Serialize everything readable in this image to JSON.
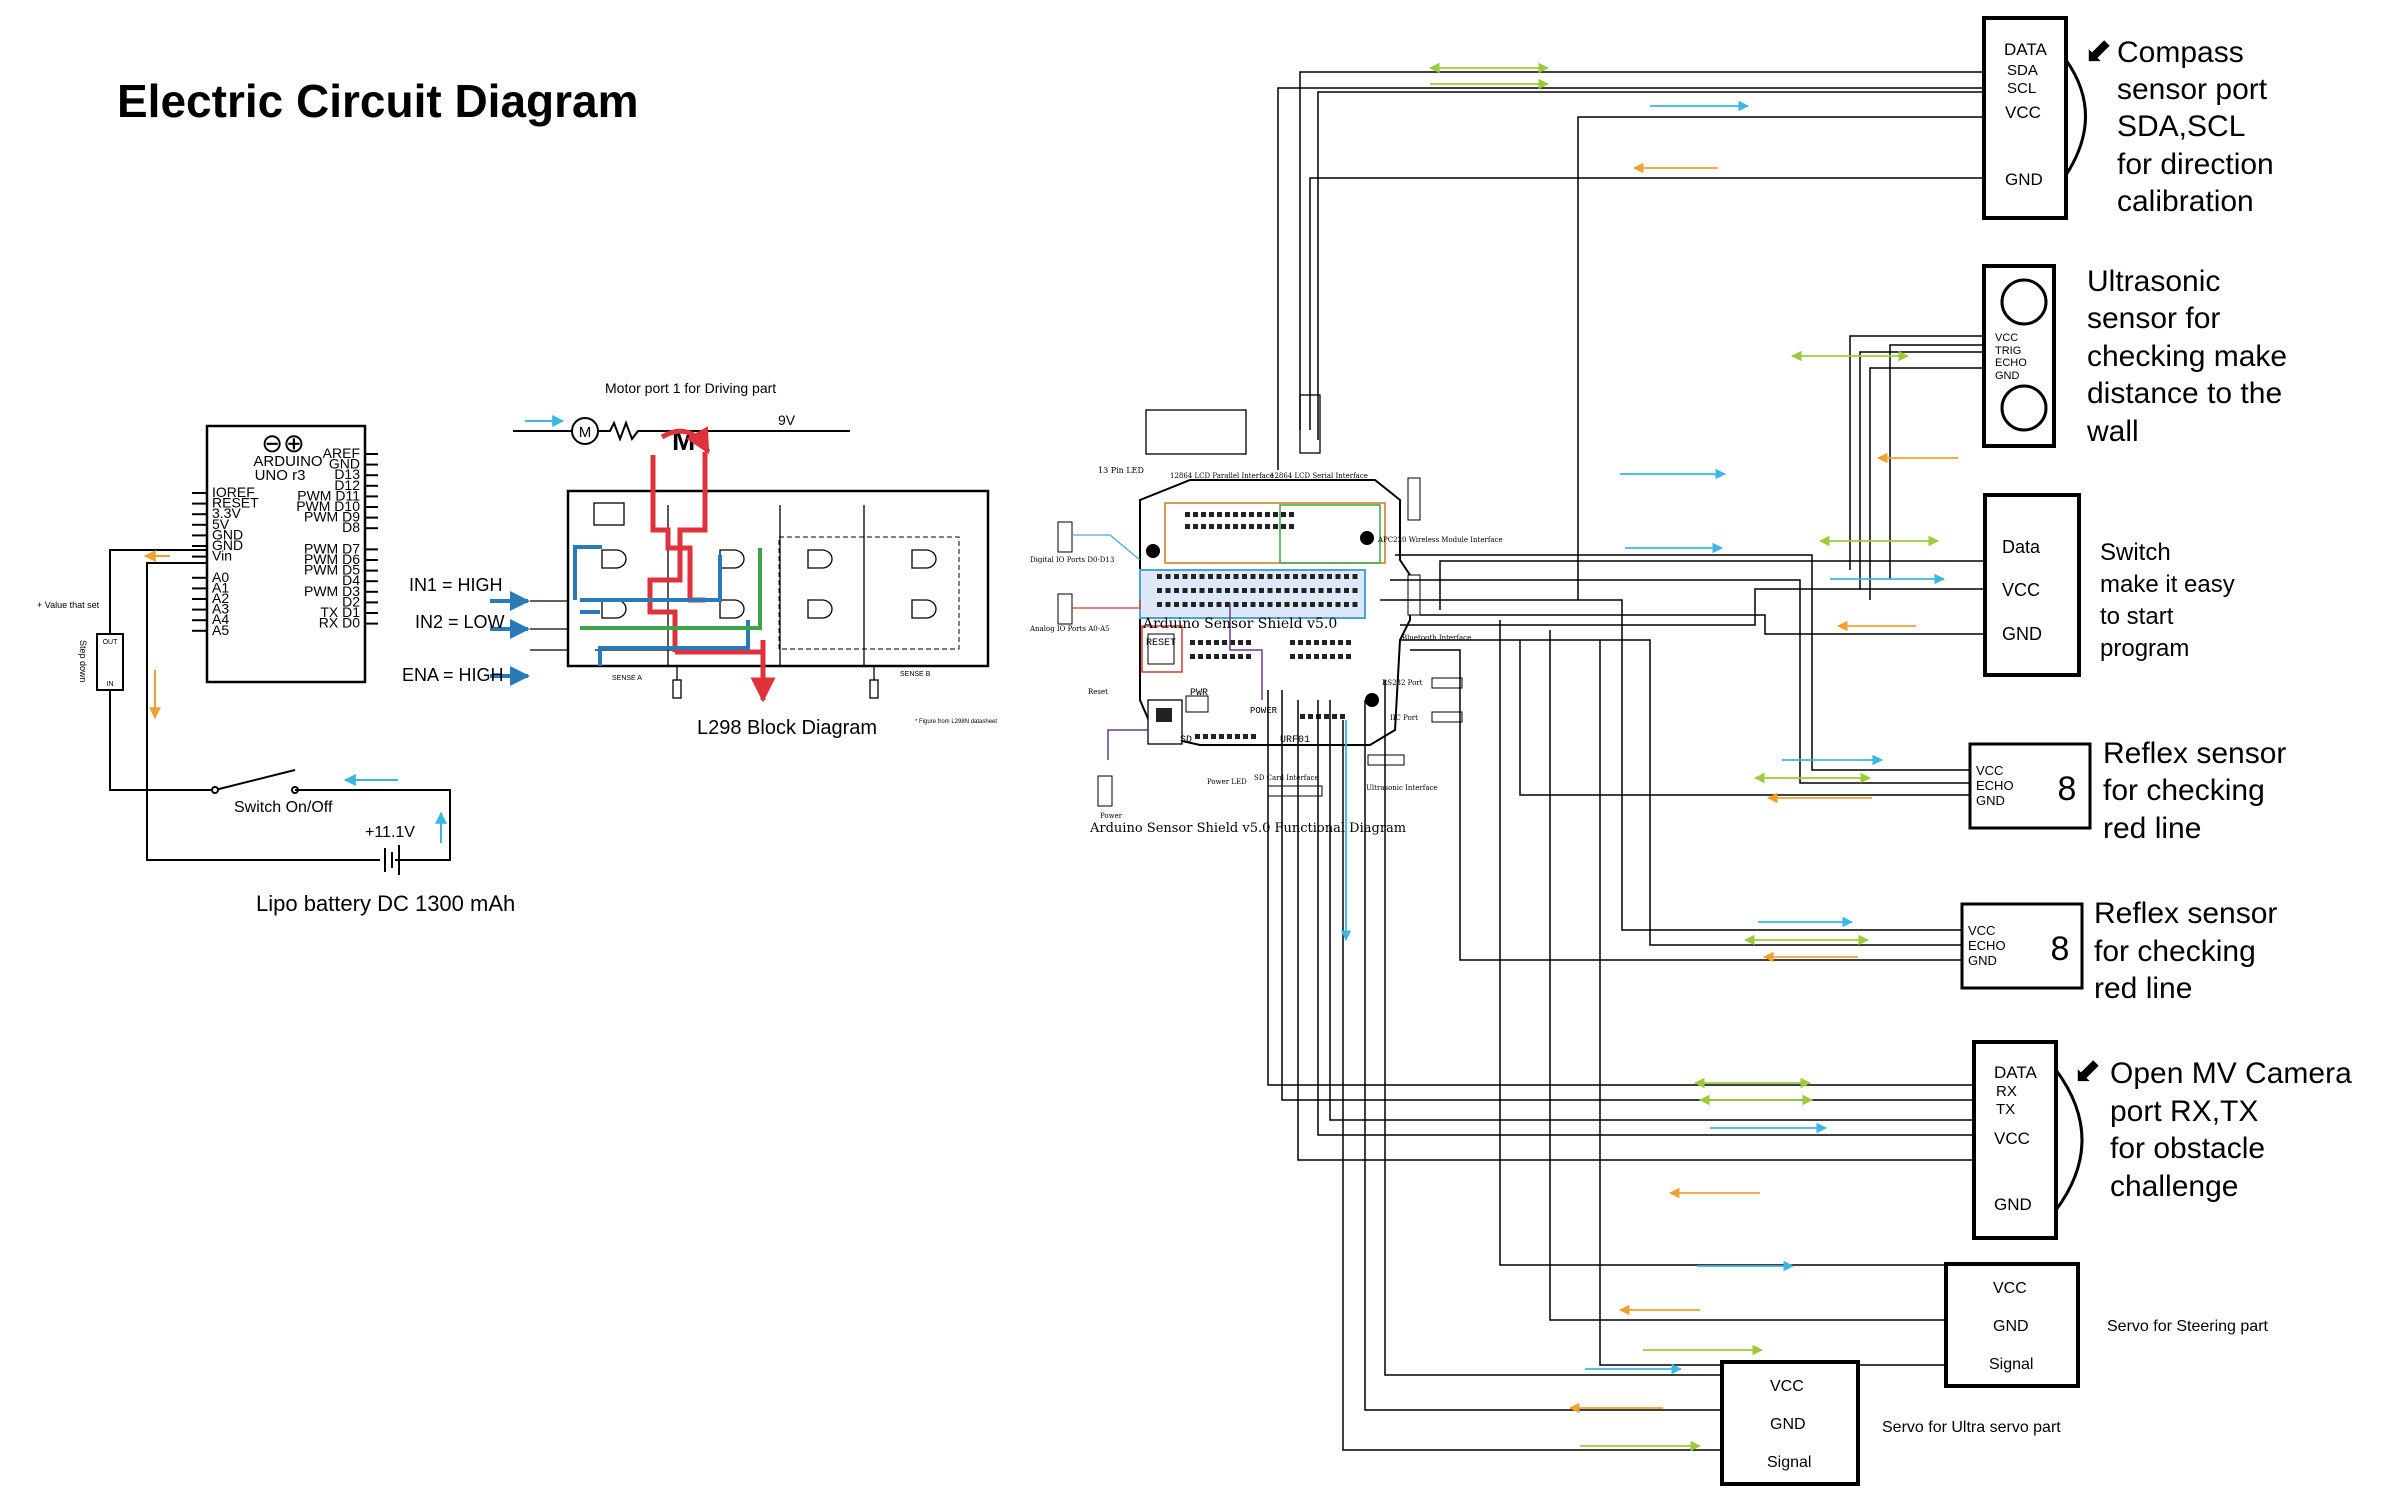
{
  "title": "Electric Circuit Diagram",
  "arduino_uno": {
    "logo": "⊖⊕",
    "name_line1": "ARDUINO",
    "name_line2": "UNO r3",
    "left_pins": [
      "IOREF",
      "RESET",
      "3.3V",
      "5V",
      "GND",
      "GND",
      "Vin",
      "",
      "A0",
      "A1",
      "A2",
      "A3",
      "A4",
      "A5"
    ],
    "right_pins": [
      "AREF",
      "GND",
      "D13",
      "D12",
      "PWM D11",
      "PWM D10",
      "PWM D9",
      "D8",
      "",
      "PWM D7",
      "PWM D6",
      "PWM D5",
      "D4",
      "PWM D3",
      "D2",
      "TX D1",
      "RX D0"
    ]
  },
  "power": {
    "value_label": "+ Value that set",
    "step_down_label": "Step down",
    "switch_label": "Switch On/Off",
    "voltage_label": "+11.1V",
    "battery_label": "Lipo battery DC 1300 mAh"
  },
  "l298": {
    "motor_label": "Motor port 1 for Driving part",
    "motor_symbol": "M",
    "voltage": "9V",
    "inputs": [
      "IN1 = HIGH",
      "IN2 = LOW",
      "ENA = HIGH"
    ],
    "caption": "L298    Block Diagram",
    "footnote": "* Figure from L298N datasheet"
  },
  "shield": {
    "caption": "Arduino Sensor Shield v5.0 Functional Diagram",
    "board_label": "Arduino Sensor Shield v5.0",
    "labels": [
      "13 Pin LED",
      "12864 LCD Parallel Interface",
      "12864 LCD Serial Interface",
      "APC220 Wireless Module Interface",
      "Digital IO Ports D0-D13",
      "Analog IO Ports A0-A5",
      "Bluetooth Interface",
      "RS232 Port",
      "IIC Port",
      "Reset",
      "Power LED",
      "SD Card Interface",
      "Ultrasonic Interface",
      "Power",
      "RESET",
      "PWR",
      "SD",
      "URF01",
      "POWER"
    ]
  },
  "modules": {
    "compass": {
      "pins": [
        "DATA",
        "SDA",
        "SCL",
        "VCC",
        "GND"
      ],
      "description": [
        "Compass",
        "sensor port",
        "SDA,SCL",
        "for direction",
        "calibration"
      ]
    },
    "ultrasonic": {
      "pins": [
        "VCC",
        "TRIG",
        "ECHO",
        "GND"
      ],
      "description": [
        "Ultrasonic",
        "sensor for",
        "checking make",
        "distance to the",
        "wall"
      ]
    },
    "switch": {
      "pins": [
        "Data",
        "VCC",
        "GND"
      ],
      "description": [
        "Switch",
        "make it easy",
        "to start",
        "program"
      ]
    },
    "reflex1": {
      "pins": [
        "VCC",
        "ECHO",
        "GND"
      ],
      "description": [
        "Reflex sensor",
        "for checking",
        "red line"
      ]
    },
    "reflex2": {
      "pins": [
        "VCC",
        "ECHO",
        "GND"
      ],
      "description": [
        "Reflex sensor",
        "for checking",
        "red line"
      ]
    },
    "camera": {
      "pins": [
        "DATA",
        "RX",
        "TX",
        "VCC",
        "GND"
      ],
      "description": [
        "Open MV Camera",
        "port RX,TX",
        "for obstacle",
        "challenge"
      ]
    },
    "servo_steer": {
      "pins": [
        "VCC",
        "GND",
        "Signal"
      ],
      "description": "Servo  for Steering part"
    },
    "servo_ultra": {
      "pins": [
        "VCC",
        "GND",
        "Signal"
      ],
      "description": "Servo  for Ultra servo part"
    }
  },
  "colors": {
    "data_arrow": "#9ccb3b",
    "vcc_arrow": "#3bb7e0",
    "gnd_arrow": "#f0a030",
    "l298_red": "#e0323c",
    "l298_blue": "#2a7ab8",
    "l298_green": "#3aa54a"
  }
}
